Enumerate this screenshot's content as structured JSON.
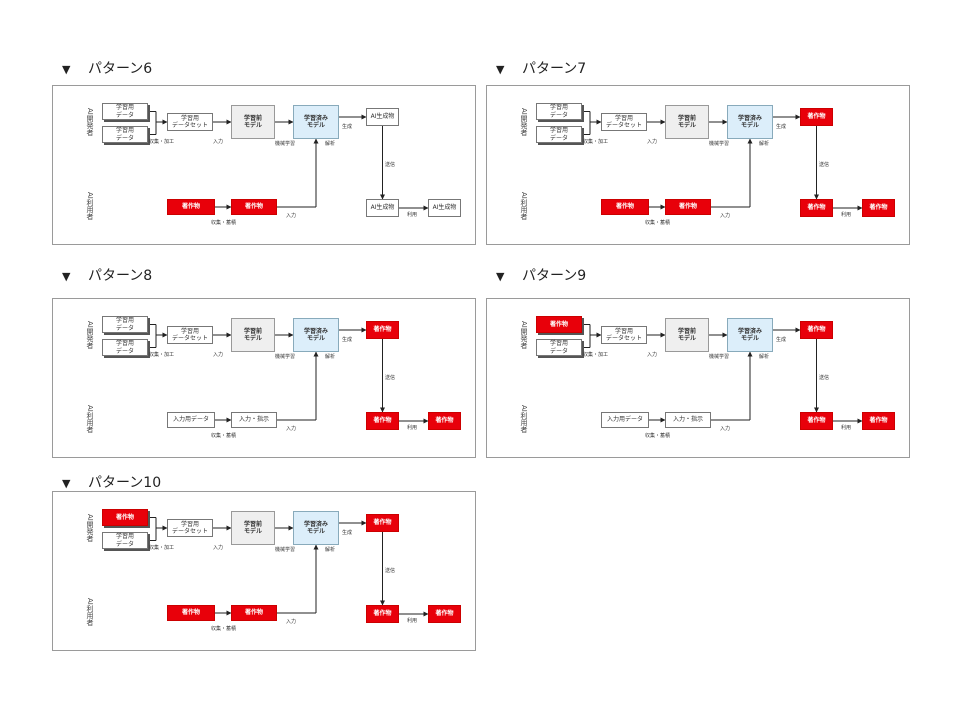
{
  "panels": [
    {
      "id": "p6",
      "heading": "パターン6",
      "roles": {
        "developer": "AI開発者",
        "user": "AI利用者"
      },
      "boxes": {
        "dev_input_1": "学習用\nデータ",
        "dev_input_2": "学習用\nデータ",
        "dataset": "学習用\nデータセット",
        "pre_model": "学習前\nモデル",
        "trained_model": "学習済み\nモデル",
        "output_top": "AI生成物",
        "user_src_1": "著作物",
        "user_src_2": "著作物",
        "output_bottom": "AI生成物",
        "output_final": "AI生成物"
      },
      "labels": {
        "collect_process": "収集・加工",
        "input_1": "入力",
        "ml": "機械学習",
        "generate": "生成",
        "analyze": "解析",
        "send": "送信",
        "collect_record": "収集・蓄積",
        "input_2": "入力",
        "use": "利用"
      }
    },
    {
      "id": "p7",
      "heading": "パターン7",
      "roles": {
        "developer": "AI開発者",
        "user": "AI利用者"
      },
      "boxes": {
        "dev_input_1": "学習用\nデータ",
        "dev_input_2": "学習用\nデータ",
        "dataset": "学習用\nデータセット",
        "pre_model": "学習前\nモデル",
        "trained_model": "学習済み\nモデル",
        "output_top": "著作物",
        "user_src_1": "著作物",
        "user_src_2": "著作物",
        "output_bottom": "著作物",
        "output_final": "著作物"
      },
      "labels": {
        "collect_process": "収集・加工",
        "input_1": "入力",
        "ml": "機械学習",
        "generate": "生成",
        "analyze": "解析",
        "send": "送信",
        "collect_record": "収集・蓄積",
        "input_2": "入力",
        "use": "利用"
      }
    },
    {
      "id": "p8",
      "heading": "パターン8",
      "roles": {
        "developer": "AI開発者",
        "user": "AI利用者"
      },
      "boxes": {
        "dev_input_1": "学習用\nデータ",
        "dev_input_2": "学習用\nデータ",
        "dataset": "学習用\nデータセット",
        "pre_model": "学習前\nモデル",
        "trained_model": "学習済み\nモデル",
        "output_top": "著作物",
        "user_src_1": "入力用データ",
        "user_src_2": "入力・指示",
        "output_bottom": "著作物",
        "output_final": "著作物"
      },
      "labels": {
        "collect_process": "収集・加工",
        "input_1": "入力",
        "ml": "機械学習",
        "generate": "生成",
        "analyze": "解析",
        "send": "送信",
        "collect_record": "収集・蓄積",
        "input_2": "入力",
        "use": "利用"
      }
    },
    {
      "id": "p9",
      "heading": "パターン9",
      "roles": {
        "developer": "AI開発者",
        "user": "AI利用者"
      },
      "boxes": {
        "dev_input_1": "著作物",
        "dev_input_2": "学習用\nデータ",
        "dataset": "学習用\nデータセット",
        "pre_model": "学習前\nモデル",
        "trained_model": "学習済み\nモデル",
        "output_top": "著作物",
        "user_src_1": "入力用データ",
        "user_src_2": "入力・指示",
        "output_bottom": "著作物",
        "output_final": "著作物"
      },
      "labels": {
        "collect_process": "収集・加工",
        "input_1": "入力",
        "ml": "機械学習",
        "generate": "生成",
        "analyze": "解析",
        "send": "送信",
        "collect_record": "収集・蓄積",
        "input_2": "入力",
        "use": "利用"
      }
    },
    {
      "id": "p10",
      "heading": "パターン10",
      "roles": {
        "developer": "AI開発者",
        "user": "AI利用者"
      },
      "boxes": {
        "dev_input_1": "著作物",
        "dev_input_2": "学習用\nデータ",
        "dataset": "学習用\nデータセット",
        "pre_model": "学習前\nモデル",
        "trained_model": "学習済み\nモデル",
        "output_top": "著作物",
        "user_src_1": "著作物",
        "user_src_2": "著作物",
        "output_bottom": "著作物",
        "output_final": "著作物"
      },
      "labels": {
        "collect_process": "収集・加工",
        "input_1": "入力",
        "ml": "機械学習",
        "generate": "生成",
        "analyze": "解析",
        "send": "送信",
        "collect_record": "収集・蓄積",
        "input_2": "入力",
        "use": "利用"
      }
    }
  ],
  "box_styles": {
    "p6": {
      "dev_input_1": "white",
      "dev_input_2": "white",
      "dataset": "white",
      "pre_model": "gray",
      "trained_model": "blue",
      "output_top": "white",
      "user_src_1": "red",
      "user_src_2": "red",
      "output_bottom": "white",
      "output_final": "white"
    },
    "p7": {
      "dev_input_1": "white",
      "dev_input_2": "white",
      "dataset": "white",
      "pre_model": "gray",
      "trained_model": "blue",
      "output_top": "red",
      "user_src_1": "red",
      "user_src_2": "red",
      "output_bottom": "red",
      "output_final": "red"
    },
    "p8": {
      "dev_input_1": "white",
      "dev_input_2": "white",
      "dataset": "white",
      "pre_model": "gray",
      "trained_model": "blue",
      "output_top": "red",
      "user_src_1": "white",
      "user_src_2": "white",
      "output_bottom": "red",
      "output_final": "red"
    },
    "p9": {
      "dev_input_1": "red",
      "dev_input_2": "white",
      "dataset": "white",
      "pre_model": "gray",
      "trained_model": "blue",
      "output_top": "red",
      "user_src_1": "white",
      "user_src_2": "white",
      "output_bottom": "red",
      "output_final": "red"
    },
    "p10": {
      "dev_input_1": "red",
      "dev_input_2": "white",
      "dataset": "white",
      "pre_model": "gray",
      "trained_model": "blue",
      "output_top": "red",
      "user_src_1": "red",
      "user_src_2": "red",
      "output_bottom": "red",
      "output_final": "red"
    }
  },
  "colors": {
    "accent_red": "#e8000a",
    "model_blue": "#dceefa",
    "model_gray": "#efefef"
  }
}
